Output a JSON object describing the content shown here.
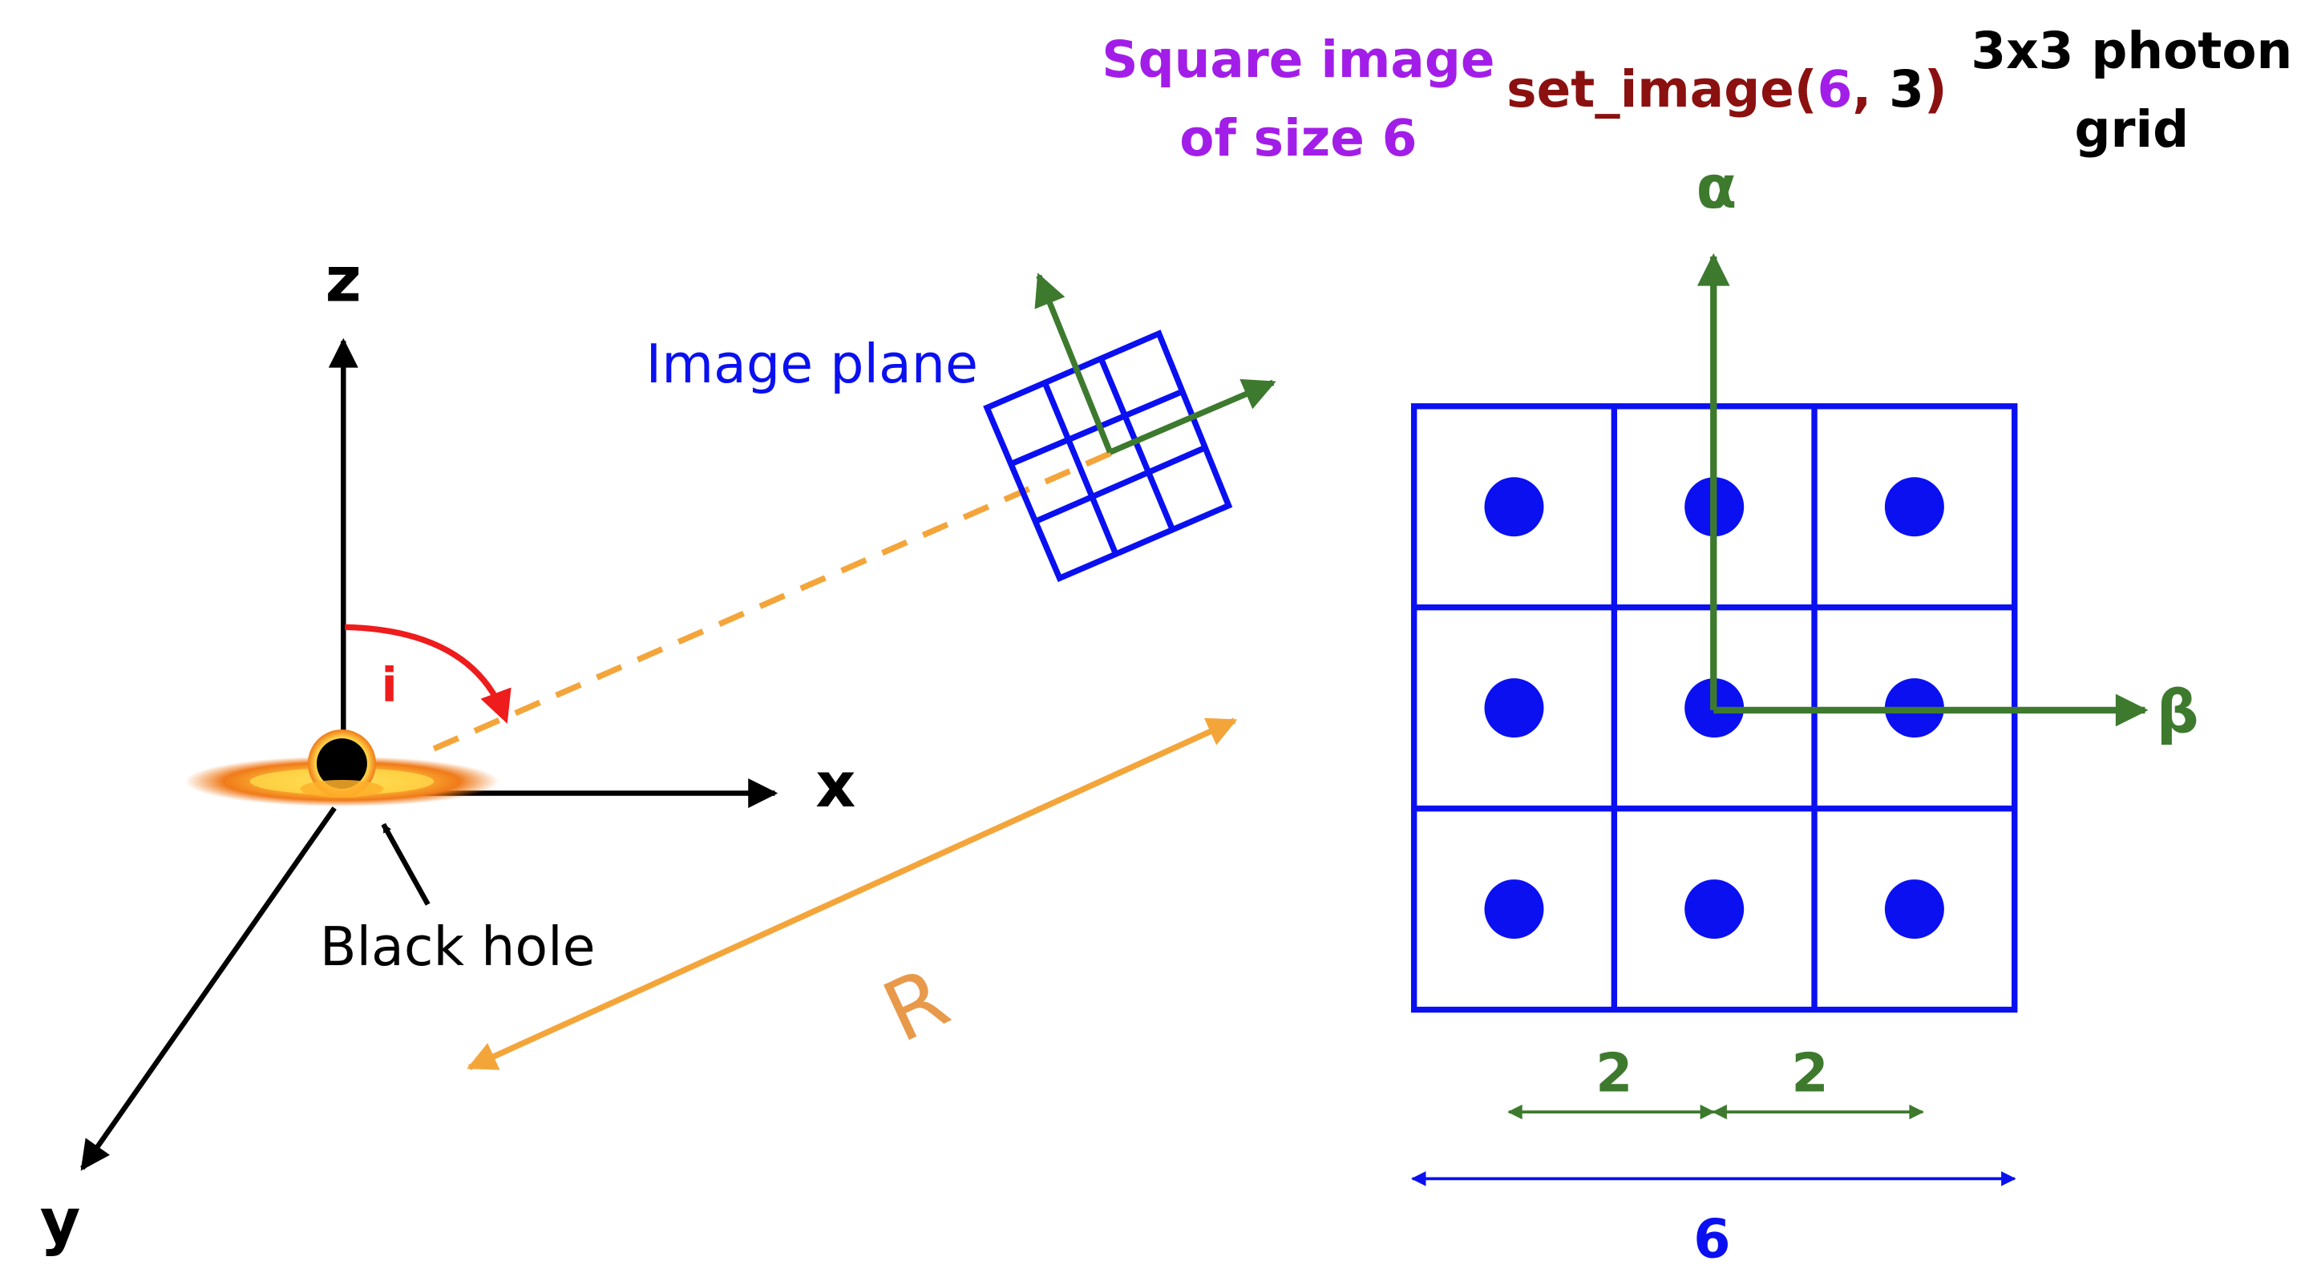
{
  "colors": {
    "blue": "#0a10f0",
    "green": "#3d7a2e",
    "orange": "#f4a53a",
    "orange_text": "#e8994a",
    "red": "#ee1c1c",
    "purple": "#a21ee8",
    "darkred": "#8b1010",
    "black": "#000000"
  },
  "axes3d": {
    "x": "x",
    "y": "y",
    "z": "z"
  },
  "inclination_label": "i",
  "black_hole_label": "Black hole",
  "image_plane_label": "Image plane",
  "distance_label": "R",
  "title_square": {
    "line1": "Square image",
    "line2": "of size 6"
  },
  "code": {
    "fn": "set_image(",
    "size": "6",
    "sep": ", ",
    "n": "3",
    "close": ")"
  },
  "title_grid": {
    "line1": "3x3 photon",
    "line2": "grid"
  },
  "grid_axes": {
    "alpha": "α",
    "beta": "β"
  },
  "grid": {
    "rows": 3,
    "cols": 3
  },
  "spacing_labels": [
    "2",
    "2"
  ],
  "size_label": "6"
}
